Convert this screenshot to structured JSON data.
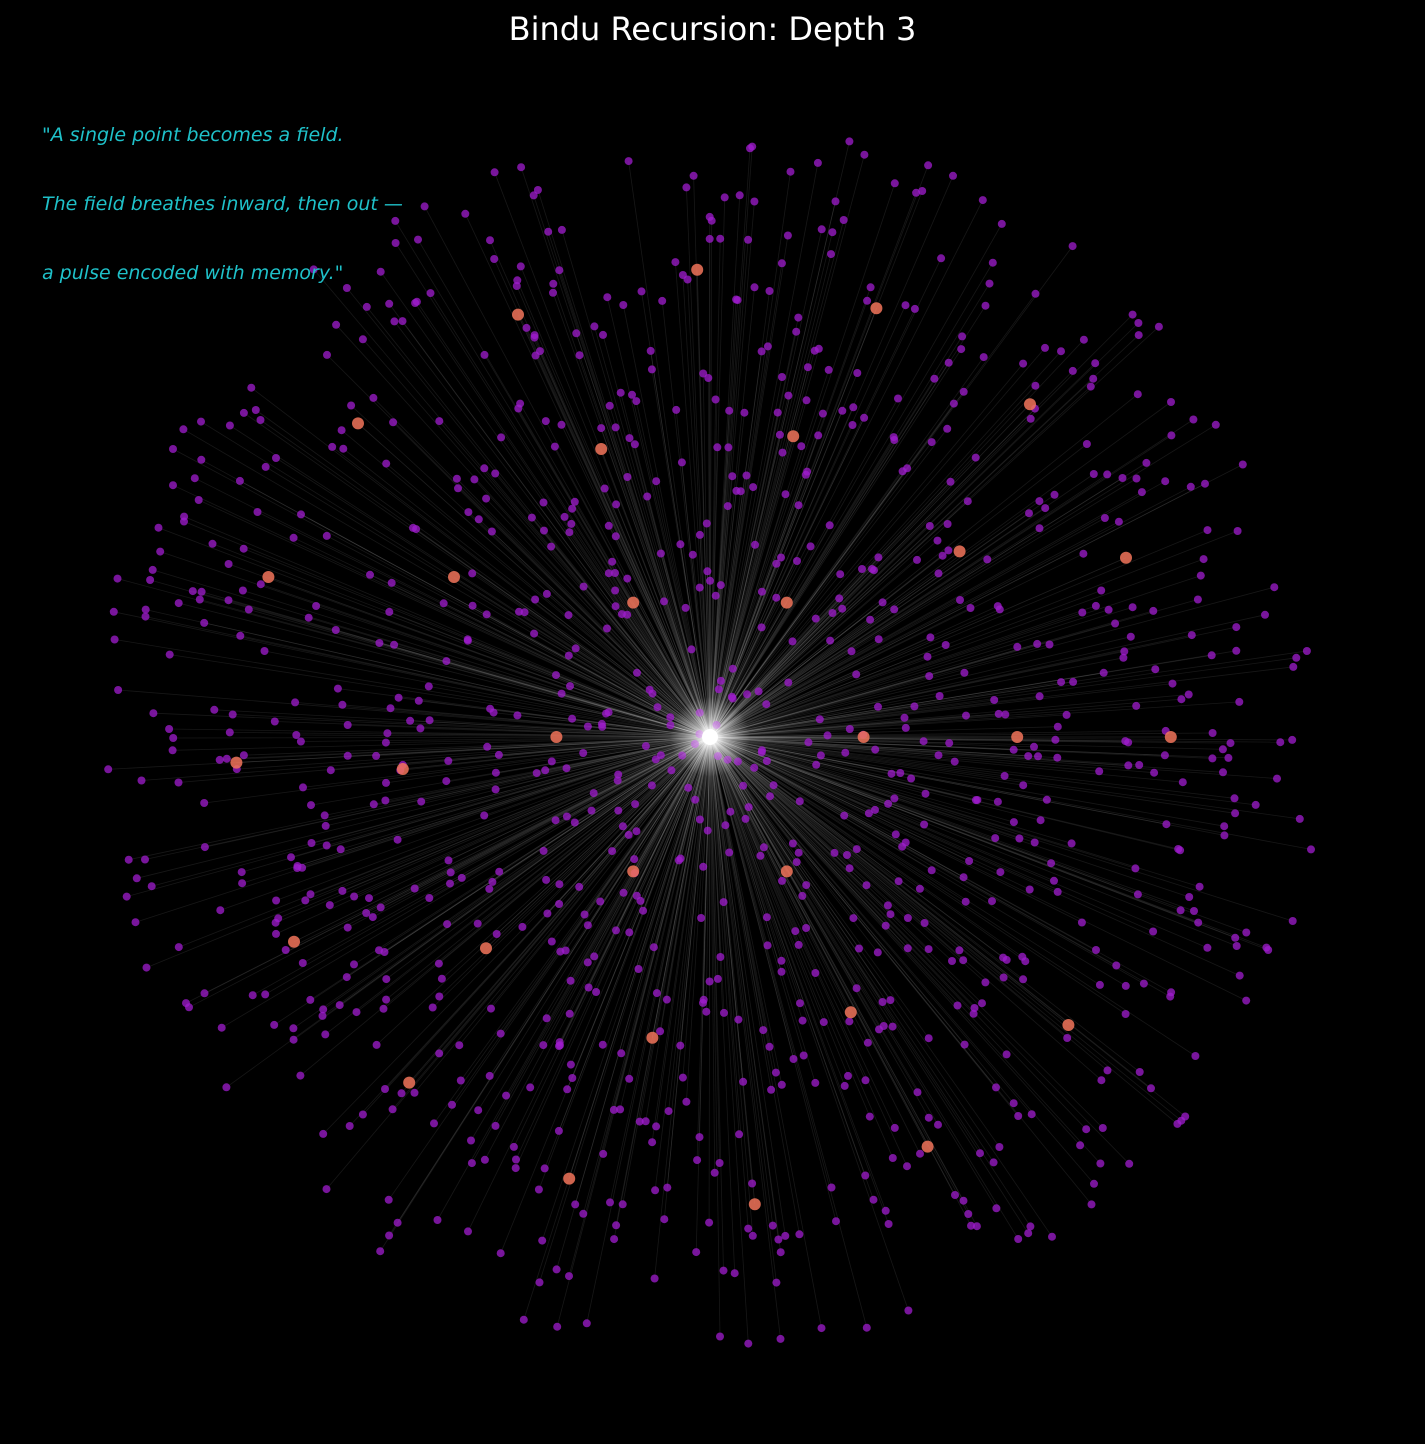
{
  "title": "Bindu Recursion: Depth 3",
  "quote": {
    "lines": [
      "\"A single point becomes a field.",
      "The field breathes inward, then out —",
      "a pulse encoded with memory.\""
    ]
  },
  "colors": {
    "background": "#000000",
    "edge": "#ffffff",
    "node": "#a01ccf",
    "highlight_node": "#f2745a",
    "center_node": "#ffffff",
    "quote_text": "#1fc1c9",
    "title_text": "#ffffff"
  },
  "chart_data": {
    "type": "scatter",
    "title": "Bindu Recursion: Depth 3",
    "xlabel": "",
    "ylabel": "",
    "axes": "hidden",
    "grid": false,
    "xlim": [
      -1,
      1
    ],
    "ylim": [
      -1,
      1
    ],
    "center": {
      "x": 0,
      "y": 0
    },
    "radial_edges": "every node connected to center",
    "node_count_approx": 1000,
    "highlight_nodes": [
      [
        -0.02,
        0.73
      ],
      [
        0.26,
        0.67
      ],
      [
        -0.3,
        0.66
      ],
      [
        0.5,
        0.52
      ],
      [
        -0.55,
        0.49
      ],
      [
        0.13,
        0.47
      ],
      [
        -0.17,
        0.45
      ],
      [
        0.39,
        0.29
      ],
      [
        0.65,
        0.28
      ],
      [
        -0.69,
        0.25
      ],
      [
        -0.4,
        0.25
      ],
      [
        -0.12,
        0.21
      ],
      [
        0.12,
        0.21
      ],
      [
        0.48,
        0.0
      ],
      [
        0.24,
        0.0
      ],
      [
        -0.24,
        0.0
      ],
      [
        0.72,
        0.0
      ],
      [
        -0.74,
        -0.04
      ],
      [
        -0.48,
        -0.05
      ],
      [
        -0.12,
        -0.21
      ],
      [
        0.12,
        -0.21
      ],
      [
        -0.65,
        -0.32
      ],
      [
        -0.35,
        -0.33
      ],
      [
        0.22,
        -0.43
      ],
      [
        0.56,
        -0.45
      ],
      [
        -0.09,
        -0.47
      ],
      [
        -0.47,
        -0.54
      ],
      [
        0.34,
        -0.64
      ],
      [
        -0.22,
        -0.69
      ],
      [
        0.07,
        -0.73
      ]
    ]
  }
}
